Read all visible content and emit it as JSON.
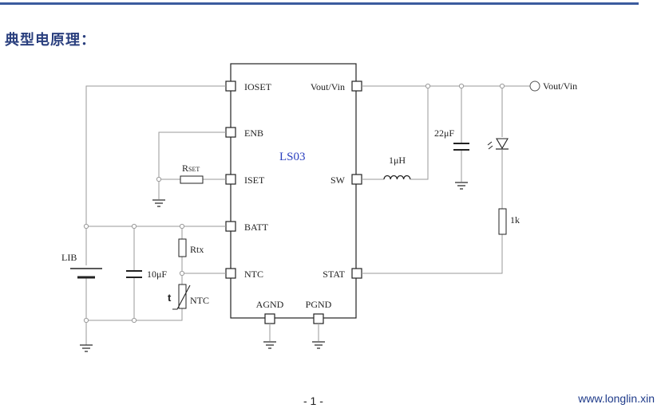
{
  "header": {
    "title": "典型电原理："
  },
  "chip": {
    "name": "LS03",
    "pins": {
      "ioset": "IOSET",
      "enb": "ENB",
      "iset": "ISET",
      "batt": "BATT",
      "ntc": "NTC",
      "agnd": "AGND",
      "pgnd": "PGND",
      "vout": "Vout/Vin",
      "sw": "SW",
      "stat": "STAT"
    }
  },
  "components": {
    "rset": {
      "main": "R",
      "sub": "SET"
    },
    "rtx": "Rtx",
    "ntc": "NTC",
    "thermistor_t": "t",
    "cap_10": "10μF",
    "lib": "LIB",
    "inductor": "1μH",
    "cap_22": "22μF",
    "resistor_1k": "1k",
    "vout_terminal": "Vout/Vin"
  },
  "footer": {
    "page": "- 1 -",
    "url": "www.longlin.xin"
  },
  "colors": {
    "chip_label": "#2a3fbf",
    "heading": "#2a3f7e",
    "rule": "#3b5b9e",
    "wire": "#9a9a9a"
  }
}
